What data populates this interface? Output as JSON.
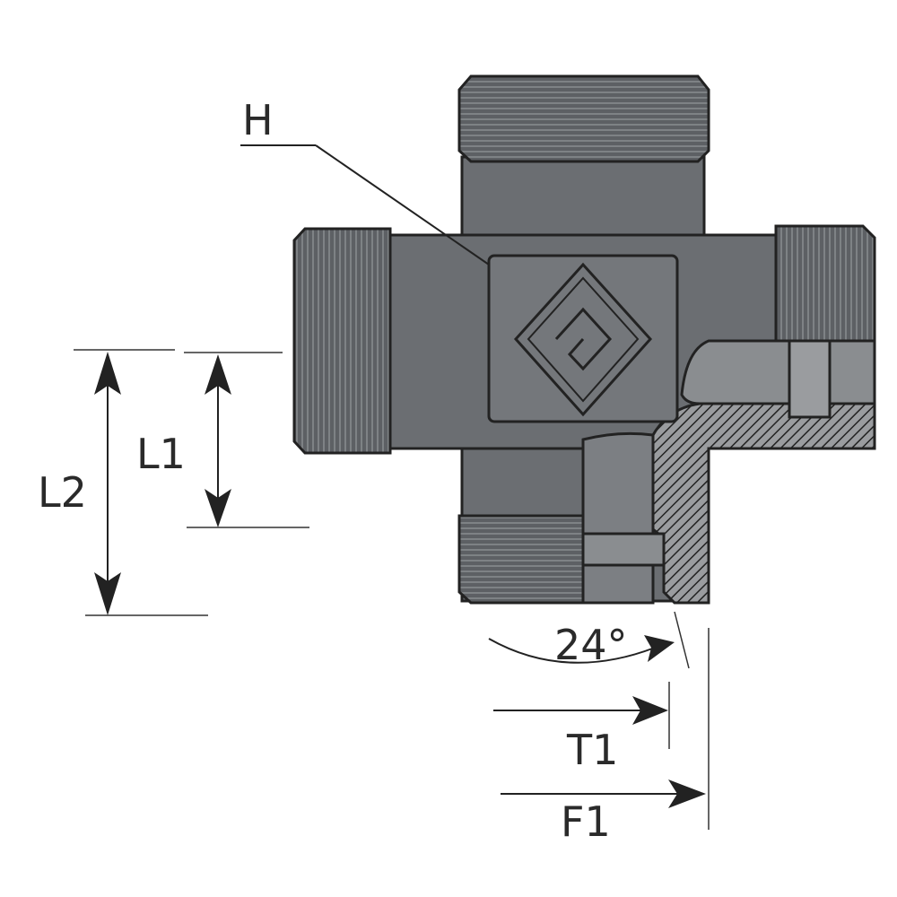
{
  "labels": {
    "h": "H",
    "l1": "L1",
    "l2": "L2",
    "angle": "24°",
    "t1": "T1",
    "f1": "F1"
  },
  "colors": {
    "body": "#6b6e72",
    "thread": "#5d6064",
    "outline": "#222222",
    "background": "#ffffff"
  }
}
